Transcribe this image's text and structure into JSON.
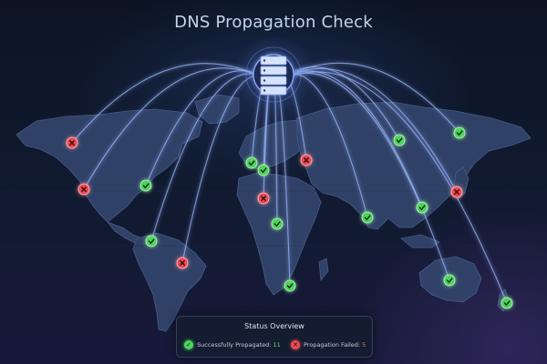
{
  "app": {
    "title": "DNS Propagation Check"
  },
  "server": {
    "icon": "server-icon"
  },
  "colors": {
    "success": "#4fd35f",
    "failed": "#ea4c52",
    "beam": "#9bb8ff",
    "land": "#34466e"
  },
  "locations": [
    {
      "id": "north-america-west",
      "status": "failed"
    },
    {
      "id": "north-america-pacific",
      "status": "failed"
    },
    {
      "id": "north-america-east",
      "status": "success"
    },
    {
      "id": "caribbean",
      "status": "success"
    },
    {
      "id": "south-america",
      "status": "failed"
    },
    {
      "id": "western-europe",
      "status": "success"
    },
    {
      "id": "central-europe",
      "status": "success"
    },
    {
      "id": "eastern-europe",
      "status": "failed"
    },
    {
      "id": "north-africa",
      "status": "failed"
    },
    {
      "id": "central-africa",
      "status": "success"
    },
    {
      "id": "southern-africa",
      "status": "success"
    },
    {
      "id": "india",
      "status": "success"
    },
    {
      "id": "russia",
      "status": "success"
    },
    {
      "id": "russia-east",
      "status": "success"
    },
    {
      "id": "southeast-asia",
      "status": "success"
    },
    {
      "id": "japan",
      "status": "failed"
    },
    {
      "id": "australia",
      "status": "success"
    },
    {
      "id": "new-zealand",
      "status": "success"
    }
  ],
  "status_overview": {
    "title": "Status Overview",
    "success_label": "Successfully Propagated:",
    "success_count": "11",
    "failed_label": "Propagation Failed:",
    "failed_count": "5",
    "success_icon": "check-circle-icon",
    "failed_icon": "x-circle-icon"
  }
}
